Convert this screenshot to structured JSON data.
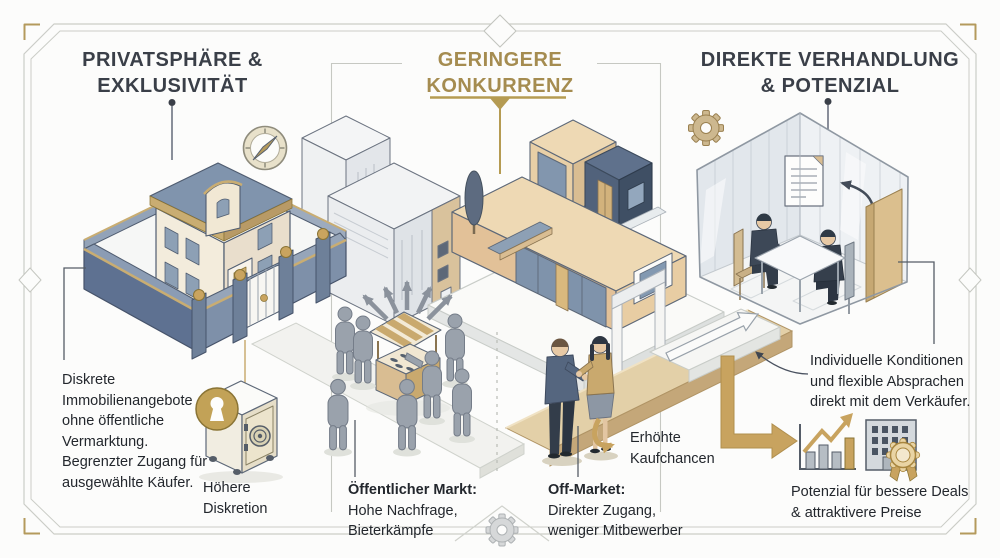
{
  "headers": {
    "left": {
      "line1": "PRIVATSPHÄRE &",
      "line2": "EXKLUSIVITÄT"
    },
    "center": {
      "line1": "GERINGERE",
      "line2": "KONKURRENZ"
    },
    "right": {
      "line1": "DIREKTE VERHANDLUNG",
      "line2": "& POTENZIAL"
    }
  },
  "callouts": {
    "discretion": {
      "lines": [
        "Diskrete",
        "Immobilienangebote",
        "ohne öffentliche",
        "Vermarktung.",
        "Begrenzter Zugang für",
        "ausgewählte Käufer."
      ]
    },
    "safe_caption": {
      "lines": [
        "Höhere",
        "Diskretion"
      ]
    },
    "public_market": {
      "title": "Öffentlicher Markt:",
      "lines": [
        "Hohe Nachfrage,",
        "Bieterkämpfe"
      ]
    },
    "off_market": {
      "title": "Off-Market:",
      "lines": [
        "Direkter Zugang,",
        "weniger Mitbewerber"
      ]
    },
    "buy_chances": {
      "lines": [
        "Erhöhte",
        "Kaufchancen"
      ]
    },
    "conditions": {
      "lines": [
        "Individuelle Konditionen",
        "und flexible Absprachen",
        "direkt mit dem Verkäufer."
      ]
    },
    "potential": {
      "lines": [
        "Potenzial für bessere Deals",
        "& attraktivere Preise"
      ]
    }
  },
  "icons": {
    "compass": "compass-icon",
    "gear_top_right": "gear-icon",
    "gear_bottom_ornament": "gear-icon",
    "keyhole_badge": "keyhole-icon",
    "safe": "safe-icon",
    "contract": "document-icon",
    "growth_chart": "growth-chart-icon",
    "award_seal": "award-seal-icon"
  },
  "colors": {
    "gold_accent": "#b2955c",
    "heading_dark": "#3a3f48",
    "heading_gold": "#a58c50",
    "body_text": "#23272d",
    "wall_blue": "#66788f",
    "figure_gray": "#9aa2ac",
    "path_tan": "#dcc096",
    "background": "#fcfcfb"
  }
}
